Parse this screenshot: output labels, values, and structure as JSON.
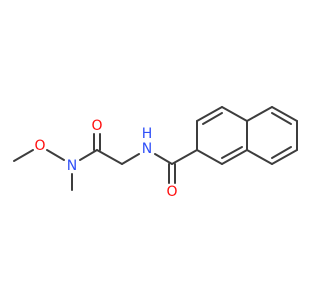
{
  "molecule": {
    "colors": {
      "bond": "#3d3d3d",
      "O": "#ff0d0d",
      "N": "#3050f8",
      "background": "#ffffff"
    },
    "atoms": [
      {
        "id": "O_methoxy",
        "label": "O",
        "element": "O"
      },
      {
        "id": "N_weinreb",
        "label": "N",
        "element": "N"
      },
      {
        "id": "O_carbonyl1",
        "label": "O",
        "element": "O"
      },
      {
        "id": "N_amide",
        "label": "N",
        "element": "N",
        "suffix": "H"
      },
      {
        "id": "O_carbonyl2",
        "label": "O",
        "element": "O"
      }
    ]
  }
}
